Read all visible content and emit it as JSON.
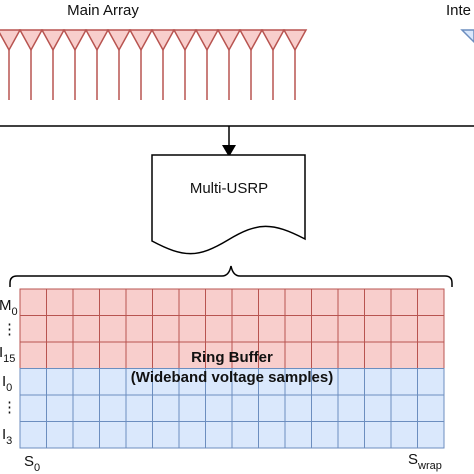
{
  "labels": {
    "main_array": "Main Array",
    "interferometer": "Inte",
    "usrp": "Multi-USRP",
    "buffer_title": "Ring Buffer",
    "buffer_subtitle": "(Wideband voltage samples)"
  },
  "row_labels": {
    "m0_base": "M",
    "m0_sub": "0",
    "m15_base": "I",
    "m15_sub": "15",
    "i0_base": "I",
    "i0_sub": "0",
    "i3_base": "I",
    "i3_sub": "3",
    "ellipsis": "⋮"
  },
  "column_labels": {
    "s0_base": "S",
    "s0_sub": "0",
    "swrap_base": "S",
    "swrap_sub": "wrap"
  },
  "main_array": {
    "antenna_count": 14
  },
  "buffer": {
    "columns": 16,
    "main_rows": 3,
    "interferometer_rows": 3
  },
  "colors": {
    "antenna_fill": "#f8cecc",
    "antenna_stroke": "#b85450",
    "main_row_fill": "#f8cecc",
    "main_row_stroke": "#b85450",
    "int_row_fill": "#dae8fc",
    "int_row_stroke": "#6c8ebf",
    "int_antenna_stroke": "#6c8ebf",
    "line": "#000000"
  }
}
